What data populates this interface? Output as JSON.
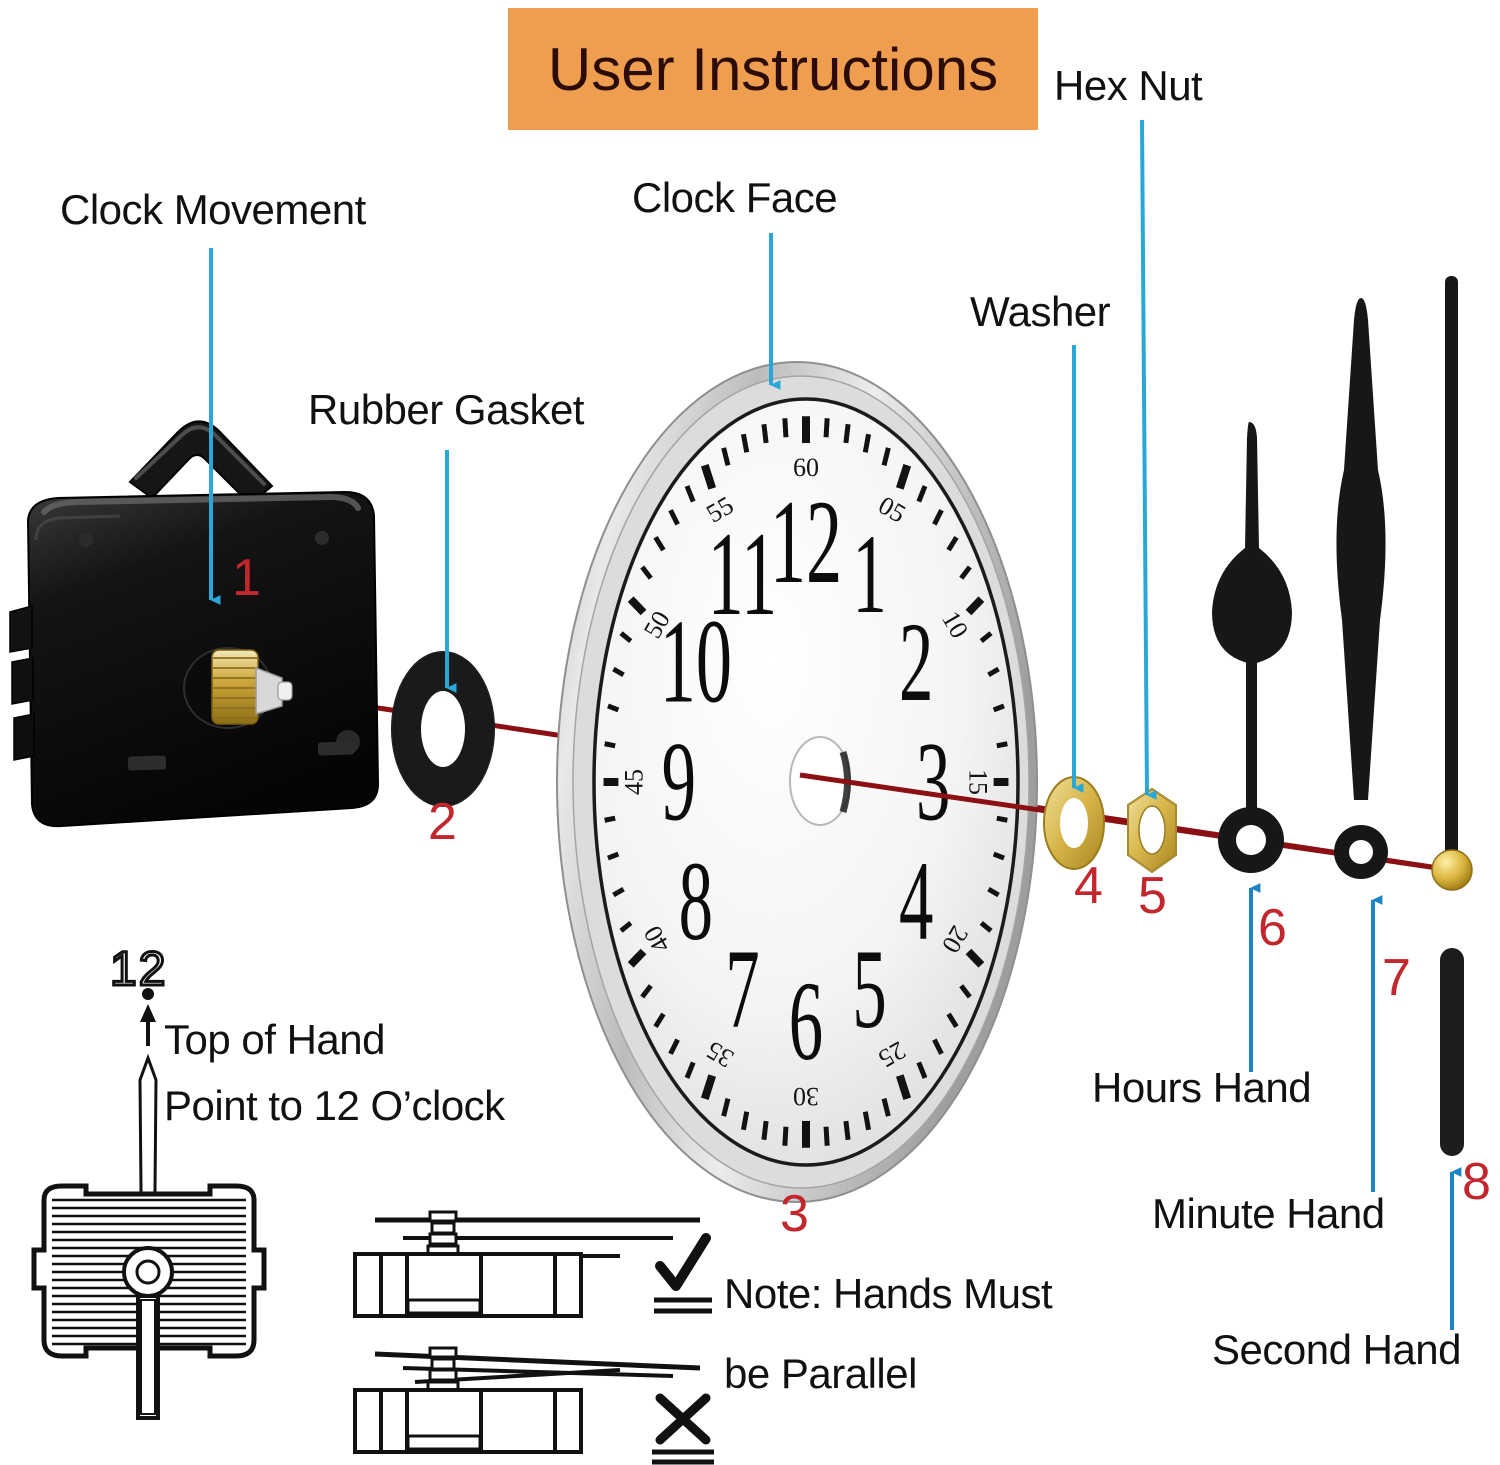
{
  "title": {
    "text": "User Instructions",
    "banner_color": "#ef9d4f",
    "text_color": "#2b0c08"
  },
  "colors": {
    "leader_line": "#29a8d8",
    "assembly_axis": "#8c0f14",
    "part_number": "#c1272d",
    "label_text": "#111111",
    "brass": "#d8b84a",
    "bezel": "#c9c9c9",
    "dial": "#f2f2f2",
    "hand_black": "#1b1b1b"
  },
  "labels": {
    "clock_movement": "Clock Movement",
    "rubber_gasket": "Rubber Gasket",
    "clock_face": "Clock Face",
    "hex_nut": "Hex Nut",
    "washer": "Washer",
    "hours_hand": "Hours Hand",
    "minute_hand": "Minute Hand",
    "second_hand": "Second Hand"
  },
  "part_numbers": {
    "clock_movement": "1",
    "rubber_gasket": "2",
    "clock_face": "3",
    "washer": "4",
    "hex_nut": "5",
    "hours_hand": "6",
    "minute_hand": "7",
    "second_hand": "8"
  },
  "clock_face": {
    "hour_numerals": [
      "12",
      "1",
      "2",
      "3",
      "4",
      "5",
      "6",
      "7",
      "8",
      "9",
      "10",
      "11"
    ],
    "minute_numerals": [
      "60",
      "05",
      "10",
      "15",
      "20",
      "25",
      "30",
      "35",
      "40",
      "45",
      "50",
      "55"
    ],
    "tick_count": 60,
    "center_hole": true
  },
  "alignment_note": {
    "top_number": "12",
    "line1": "Top of Hand",
    "line2": "Point to 12 O’clock"
  },
  "parallel_note": {
    "line1": "Note: Hands Must",
    "line2": "be Parallel",
    "good_mark": "check",
    "bad_mark": "cross"
  }
}
